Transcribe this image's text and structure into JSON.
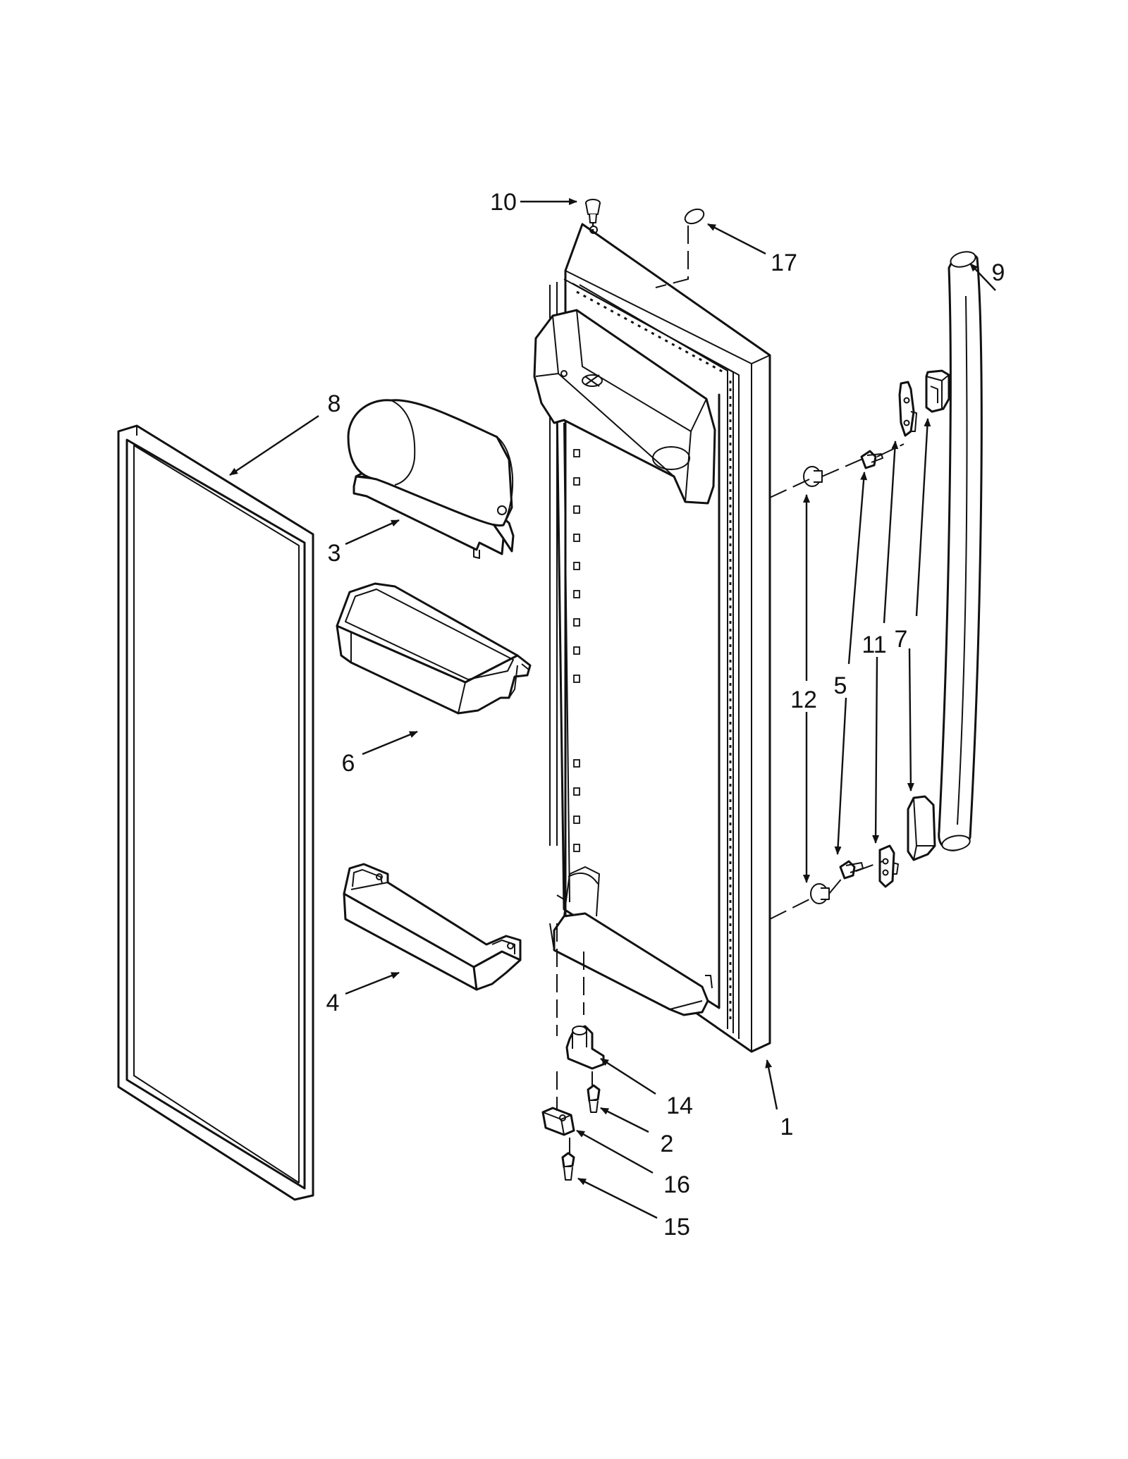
{
  "diagram": {
    "callouts": [
      {
        "id": "c1",
        "text": "1"
      },
      {
        "id": "c2",
        "text": "2"
      },
      {
        "id": "c3",
        "text": "3"
      },
      {
        "id": "c4",
        "text": "4"
      },
      {
        "id": "c5",
        "text": "5"
      },
      {
        "id": "c6",
        "text": "6"
      },
      {
        "id": "c7",
        "text": "7"
      },
      {
        "id": "c8",
        "text": "8"
      },
      {
        "id": "c9",
        "text": "9"
      },
      {
        "id": "c10",
        "text": "10"
      },
      {
        "id": "c11",
        "text": "11"
      },
      {
        "id": "c12",
        "text": "12"
      },
      {
        "id": "c14",
        "text": "14"
      },
      {
        "id": "c15",
        "text": "15"
      },
      {
        "id": "c16",
        "text": "16"
      },
      {
        "id": "c17",
        "text": "17"
      }
    ]
  }
}
